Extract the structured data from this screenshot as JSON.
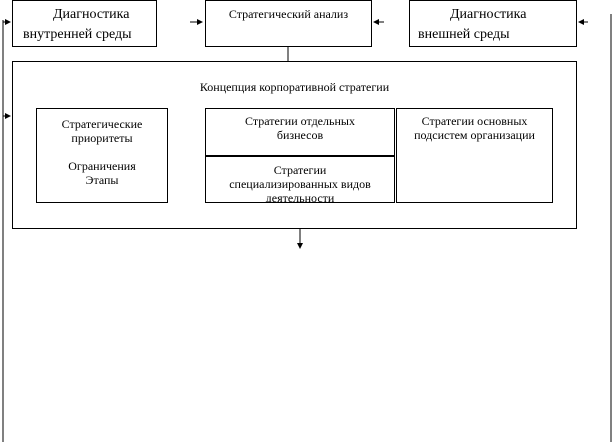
{
  "boxes": {
    "internal_diag": {
      "line1": "Диагностика",
      "line2": "внутренней среды"
    },
    "strategic_analysis": {
      "label": "Стратегический анализ"
    },
    "external_diag": {
      "line1": "Диагностика",
      "line2": "внешней среды"
    },
    "concept": {
      "title": "Концепция корпоративной стратегии"
    },
    "priorities": {
      "line1": "Стратегические",
      "line2": "приоритеты",
      "line3": "Ограничения",
      "line4": "Этапы"
    },
    "business": {
      "line1": "Стратегии отдельных",
      "line2": "бизнесов"
    },
    "specialized": {
      "line1": "Стратегии",
      "line2": "специализированных видов",
      "line3": "деятельности"
    },
    "subsystems": {
      "line1": "Стратегии основных",
      "line2": "подсистем организации"
    }
  }
}
